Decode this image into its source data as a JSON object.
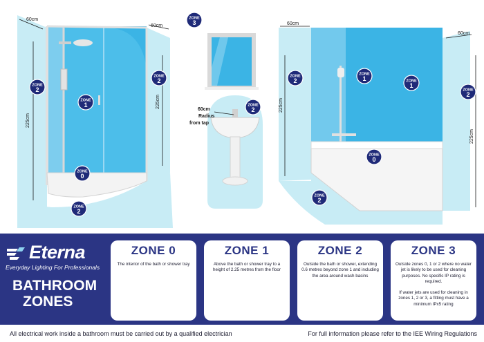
{
  "badges": {
    "z2_shower_left": [
      "ZONE",
      "2"
    ],
    "z1_shower": [
      "ZONE",
      "1"
    ],
    "z0_shower": [
      "ZONE",
      "0"
    ],
    "z2_shower_right": [
      "ZONE",
      "2"
    ],
    "z2_shower_floor": [
      "ZONE",
      "2"
    ],
    "z3_top": [
      "ZONE",
      "3"
    ],
    "z2_basin": [
      "ZONE",
      "2"
    ],
    "z2_bath_wall": [
      "ZONE",
      "2"
    ],
    "z1_bath_left": [
      "ZONE",
      "1"
    ],
    "z1_bath_right": [
      "ZONE",
      "1"
    ],
    "z0_bath": [
      "ZONE",
      "0"
    ],
    "z2_bath_floor": [
      "ZONE",
      "2"
    ],
    "z2_bath_right": [
      "ZONE",
      "2"
    ]
  },
  "dims": {
    "d60_shower_left": "60cm",
    "d60_shower_top": "60cm",
    "d225_shower_left": "225cm",
    "d225_shower_right": "225cm",
    "d60_bath_top": "60cm",
    "d225_bath_left": "225cm",
    "d60_bath_right": "60cm",
    "d225_bath_right": "225cm",
    "basin_radius": [
      "60cm",
      "Radius",
      "from tap"
    ]
  },
  "brand": {
    "name": "Eterna",
    "tagline": "Everyday Lighting For Professionals",
    "title_line1": "BATHROOM",
    "title_line2": "ZONES"
  },
  "zones": [
    {
      "title": "ZONE 0",
      "paragraphs": [
        "The interior of the bath or shower tray"
      ]
    },
    {
      "title": "ZONE 1",
      "paragraphs": [
        "Above the bath or shower tray to a height of 2.25 metres from the floor"
      ]
    },
    {
      "title": "ZONE 2",
      "paragraphs": [
        "Outside the bath or shower, extending 0.6 metres beyond zone 1 and including the area around wash basins"
      ]
    },
    {
      "title": "ZONE 3",
      "paragraphs": [
        "Outside zones 0, 1 or 2 where no water jet is likely to be used for cleaning purposes. No specific IP rating is required.",
        "If water jets are used for cleaning in zones 1, 2 or 3, a fitting must have a minimum IPx5 rating"
      ]
    }
  ],
  "footer": {
    "left": "All electrical work inside a bathroom must be carried out by a qualified electrician",
    "right": "For full information please refer to the IEE Wiring Regulations"
  },
  "colors": {
    "panel_navy": "#2b3584",
    "zone_light_blue": "#c8ecf5",
    "zone_shower_blue": "#3bb4e5",
    "badge_navy": "#1f2a78"
  }
}
